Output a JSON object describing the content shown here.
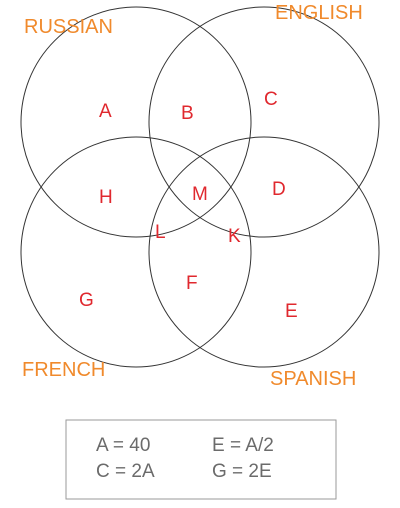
{
  "sets": {
    "russian": "RUSSIAN",
    "english": "ENGLISH",
    "french": "FRENCH",
    "spanish": "SPANISH"
  },
  "regions": {
    "A": "A",
    "B": "B",
    "C": "C",
    "D": "D",
    "E": "E",
    "F": "F",
    "G": "G",
    "H": "H",
    "K": "K",
    "L": "L",
    "M": "M"
  },
  "legend": {
    "row1_col1": "A = 40",
    "row1_col2": "E = A/2",
    "row2_col1": "C = 2A",
    "row2_col2": "G = 2E"
  },
  "colors": {
    "set_label": "#f08a2c",
    "region_label": "#e0282e",
    "legend_text": "#6b6b6b"
  }
}
